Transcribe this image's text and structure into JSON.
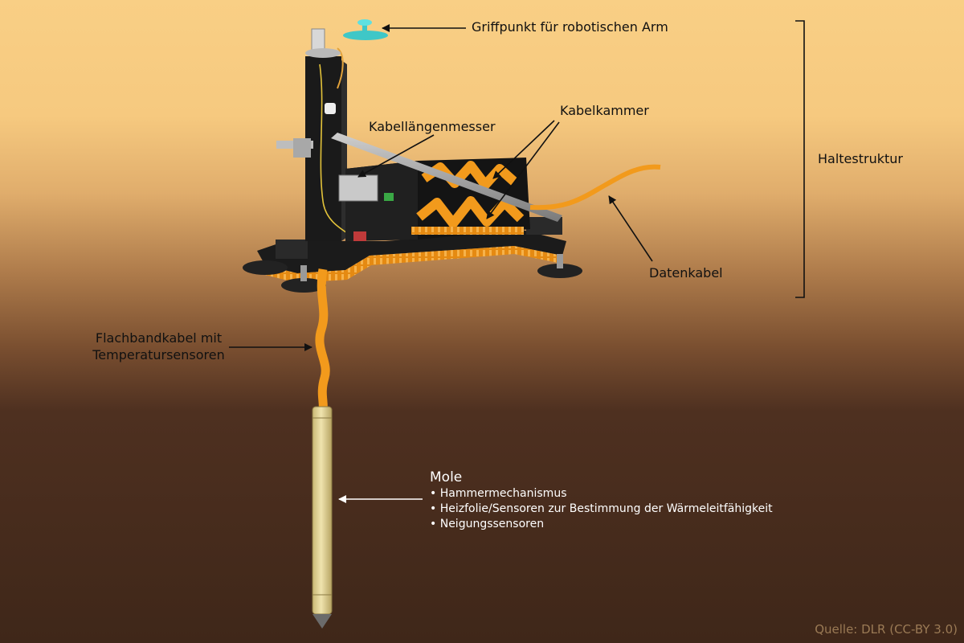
{
  "labels": {
    "griffpunkt": "Griffpunkt für robotischen Arm",
    "kabelkammer": "Kabelkammer",
    "kabellaengenmesser": "Kabellängenmesser",
    "haltestruktur": "Haltestruktur",
    "datenkabel": "Datenkabel",
    "flachband_line1": "Flachbandkabel mit",
    "flachband_line2": "Temperatursensoren"
  },
  "mole": {
    "title": "Mole",
    "items": [
      "Hammermechanismus",
      "Heizfolie/Sensoren zur Bestimmung der Wärmeleitfähigkeit",
      "Neigungssensoren"
    ]
  },
  "source": "Quelle: DLR (CC-BY 3.0)",
  "colors": {
    "background_top": "#f9cf85",
    "background_bottom": "#3f2719",
    "structure": "#1c1c1c",
    "accent_orange": "#f29a1c",
    "mole_body": "#e2d49a",
    "grip_cyan": "#3fc7c7",
    "source_text": "#9a7a55"
  }
}
